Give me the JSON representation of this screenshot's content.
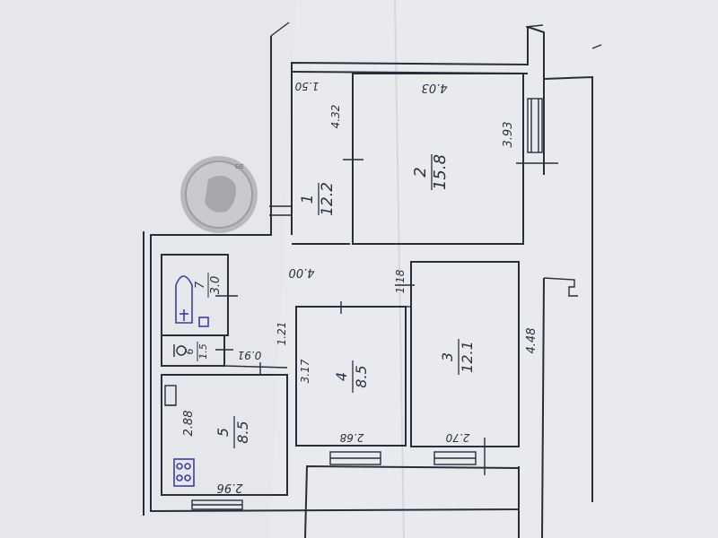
{
  "drawing": {
    "paper_color": "#eceef0",
    "ink_color": "#2a2d3a",
    "blue_ink_color": "#3b3fa8"
  },
  "coin": {
    "icon": "coin-icon",
    "text": "DE"
  },
  "rooms": [
    {
      "id": "room-1",
      "number": "1",
      "area": "12.2"
    },
    {
      "id": "room-2",
      "number": "2",
      "area": "15.8"
    },
    {
      "id": "room-3",
      "number": "3",
      "area": "12.1"
    },
    {
      "id": "room-4",
      "number": "4",
      "area": "8.5"
    },
    {
      "id": "room-5",
      "number": "5",
      "area": "8.5"
    },
    {
      "id": "room-6",
      "number": "6",
      "area": "1.5"
    },
    {
      "id": "room-7",
      "number": "7",
      "area": "3.0"
    }
  ],
  "dimensions": {
    "d_1_50": "1.50",
    "d_4_32": "4.32",
    "d_4_03": "4.03",
    "d_3_93": "3.93",
    "d_4_00": "4.00",
    "d_1_18": "1.18",
    "d_4_48": "4.48",
    "d_1_21": "1.21",
    "d_0_91": "0.91",
    "d_3_17": "3.17",
    "d_2_68": "2.68",
    "d_2_70": "2.70",
    "d_2_88": "2.88",
    "d_2_96": "2.96"
  }
}
